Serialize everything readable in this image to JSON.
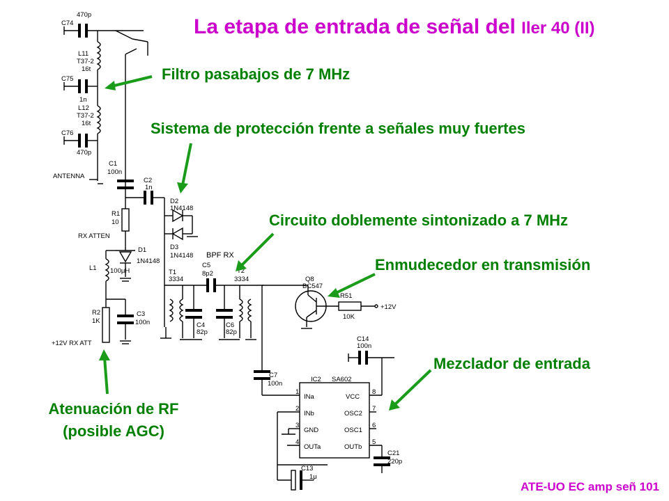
{
  "title": {
    "main": "La etapa de entrada de señal del ",
    "suffix": "Iler 40 (II)"
  },
  "annotations": {
    "lowpass": "Filtro pasabajos de 7 MHz",
    "protection": "Sistema de protección frente a señales muy fuertes",
    "double_tuned": "Circuito doblemente sintonizado a 7 MHz",
    "mute": "Enmudecedor en transmisión",
    "mixer": "Mezclador de entrada",
    "attenuation_line1": "Atenuación de RF",
    "attenuation_line2": "(posible AGC)"
  },
  "footer": "ATE-UO EC amp señ 101",
  "colors": {
    "title": "#cc00cc",
    "annotation": "#008000",
    "arrow": "#1a9c1a"
  },
  "schematic": {
    "c74": "C74",
    "c74_val": "470p",
    "l11": "L11",
    "l11_core": "T37-2",
    "l11_turns": "16t",
    "c75": "C75",
    "c75_val": "1n",
    "l12": "L12",
    "l12_core": "T37-2",
    "l12_turns": "16t",
    "c76": "C76",
    "c76_val": "470p",
    "antenna": "ANTENNA",
    "c1": "C1",
    "c1_val": "100n",
    "c2": "C2",
    "c2_val": "1n",
    "d2": "D2",
    "d2_val": "1N4148",
    "d3": "D3",
    "d3_val": "1N4148",
    "r1": "R1",
    "r1_val": "10",
    "rx_atten": "RX ATTEN",
    "d1": "D1",
    "d1_val": "1N4148",
    "l1": "L1",
    "l1_val": "100μH",
    "r2": "R2",
    "r2_val": "1K",
    "c3": "C3",
    "c3_val": "100n",
    "rx_att_supply": "+12V RX ATT",
    "bpf": "BPF RX",
    "t1": "T1",
    "t1_val": "3334",
    "c5": "C5",
    "c5_val": "8p2",
    "t2": "T2",
    "t2_val": "3334",
    "c4": "C4",
    "c4_val": "82p",
    "c6": "C6",
    "c6_val": "82p",
    "q8": "Q8",
    "q8_val": "BC547",
    "r51": "R51",
    "r51_val": "10K",
    "vcc_label": "+12V",
    "c14": "C14",
    "c14_val": "100n",
    "c7": "C7",
    "c7_val": "100n",
    "ic2": "IC2",
    "ic2_val": "SA602",
    "pin1": "1",
    "pin2": "2",
    "pin3": "3",
    "pin4": "4",
    "pin5": "5",
    "pin6": "6",
    "pin7": "7",
    "pin8": "8",
    "ina": "INa",
    "inb": "INb",
    "gnd": "GND",
    "outa": "OUTa",
    "vcc": "VCC",
    "osc2": "OSC2",
    "osc1": "OSC1",
    "outb": "OUTb",
    "c13": "C13",
    "c13_val": "1μ",
    "c21": "C21",
    "c21_val": "220p"
  }
}
